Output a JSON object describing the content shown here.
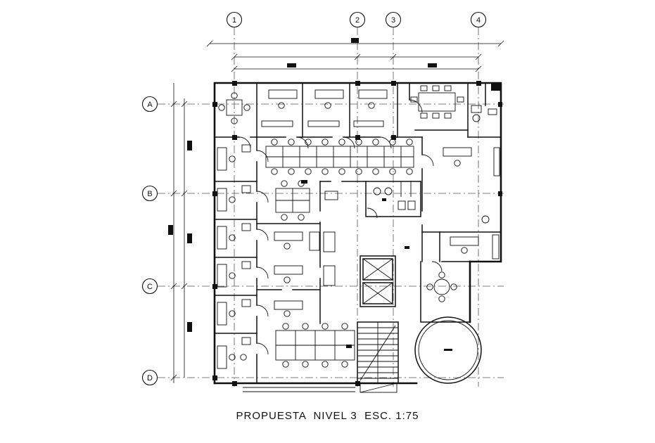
{
  "drawing": {
    "caption": "PROPUESTA  NIVEL 3  ESC. 1:75",
    "title": "PROPUESTA",
    "level": "NIVEL 3",
    "scale": "ESC. 1:75"
  },
  "grid": {
    "columns": [
      {
        "label": "1"
      },
      {
        "label": "2"
      },
      {
        "label": "3"
      },
      {
        "label": "4"
      }
    ],
    "rows": [
      {
        "label": "A"
      },
      {
        "label": "B"
      },
      {
        "label": "C"
      },
      {
        "label": "D"
      }
    ]
  },
  "colors": {
    "ink": "#111111",
    "grid_line": "#555555",
    "background": "#ffffff"
  }
}
